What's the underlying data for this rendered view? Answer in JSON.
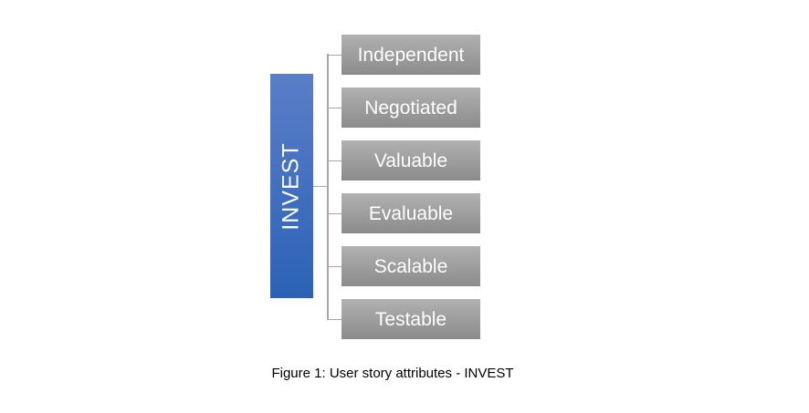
{
  "figure": {
    "caption": "Figure 1: User story attributes - INVEST"
  },
  "diagram": {
    "root_label": "INVEST",
    "attributes": [
      {
        "label": "Independent"
      },
      {
        "label": "Negotiated"
      },
      {
        "label": "Valuable"
      },
      {
        "label": "Evaluable"
      },
      {
        "label": "Scalable"
      },
      {
        "label": "Testable"
      }
    ],
    "colors": {
      "root_gradient_top": "#5a7ec8",
      "root_gradient_bottom": "#2b62b6",
      "attribute_gradient_top": "#b1b1b1",
      "attribute_gradient_bottom": "#8b8b8b",
      "connector": "#a6a6a6",
      "label_text": "#ffffff",
      "caption_text": "#000000"
    }
  }
}
